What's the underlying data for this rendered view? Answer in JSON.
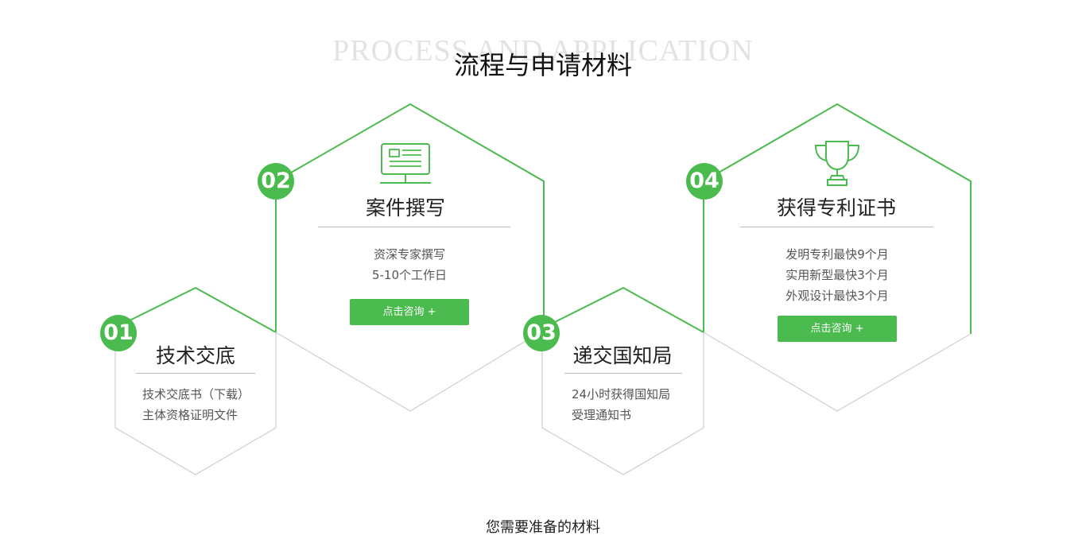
{
  "header": {
    "background_title": "PROCESS AND APPLICATION",
    "title": "流程与申请材料"
  },
  "colors": {
    "accent": "#4cbb4f",
    "hex_outline_gray": "#cfcfcf",
    "divider": "#bbbbbb"
  },
  "steps": [
    {
      "number": "01",
      "title": "技术交底",
      "lines": [
        "技术交底书（下载）",
        "主体资格证明文件"
      ]
    },
    {
      "number": "02",
      "title": "案件撰写",
      "icon": "monitor-icon",
      "lines": [
        "资深专家撰写",
        "5-10个工作日"
      ],
      "button": "点击咨询 +"
    },
    {
      "number": "03",
      "title": "递交国知局",
      "lines": [
        "24小时获得国知局",
        "受理通知书"
      ]
    },
    {
      "number": "04",
      "title": "获得专利证书",
      "icon": "trophy-icon",
      "lines": [
        "发明专利最快9个月",
        "实用新型最快3个月",
        "外观设计最快3个月"
      ],
      "button": "点击咨询 +"
    }
  ],
  "footer": {
    "text": "您需要准备的材料"
  }
}
